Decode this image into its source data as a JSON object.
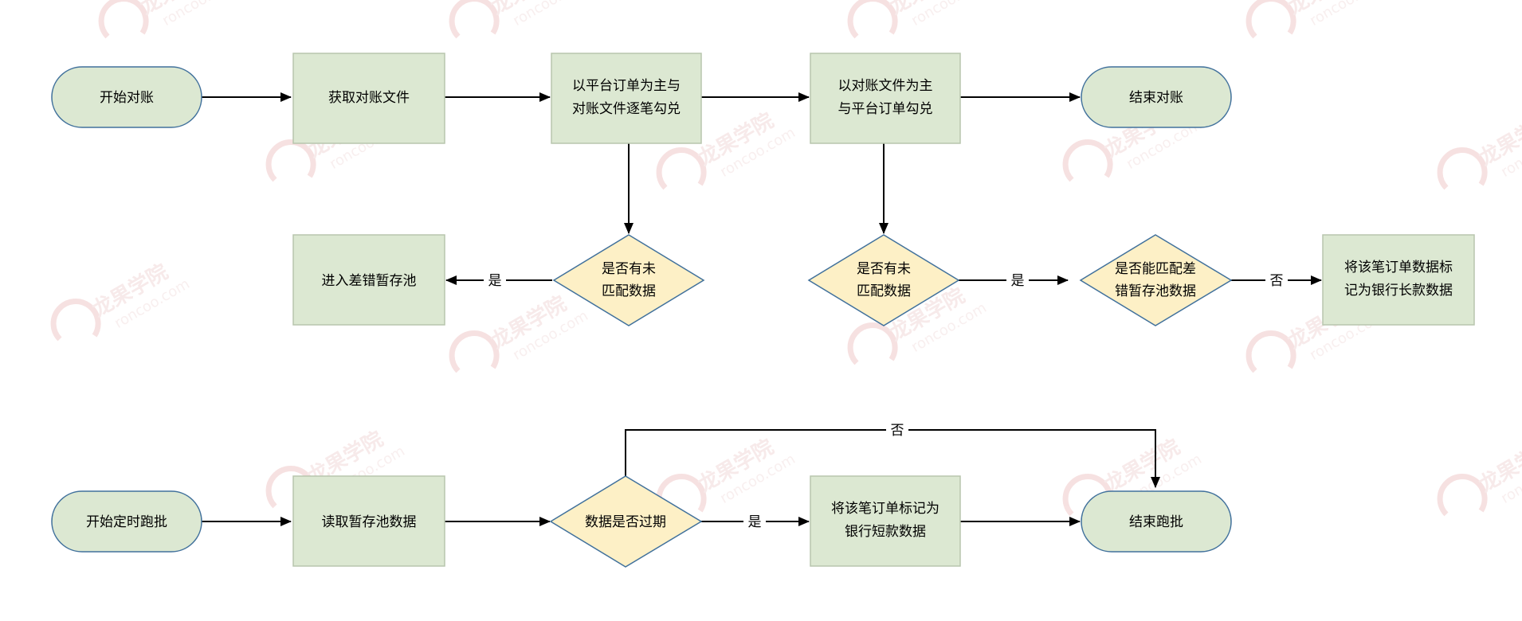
{
  "colors": {
    "terminal_fill": "#dce8d2",
    "terminal_stroke": "#41719c",
    "process_fill": "#dce8d2",
    "process_stroke": "#b8c6ae",
    "decision_fill": "#fdf0c6",
    "decision_stroke": "#41719c",
    "arrow": "#000000",
    "watermark": "#f0caca"
  },
  "watermark": {
    "brand": "龙果学院",
    "url": "roncoo.com"
  },
  "nodes": {
    "start_reconcile": "开始对账",
    "fetch_file": "获取对账文件",
    "platform_vs_file": [
      "以平台订单为主与",
      "对账文件逐笔勾兑"
    ],
    "file_vs_platform": [
      "以对账文件为主",
      "与平台订单勾兑"
    ],
    "end_reconcile": "结束对账",
    "into_error_pool": "进入差错暂存池",
    "unmatched_1": [
      "是否有未",
      "匹配数据"
    ],
    "unmatched_2": [
      "是否有未",
      "匹配数据"
    ],
    "match_pool": [
      "是否能匹配差",
      "错暂存池数据"
    ],
    "mark_bank_long": [
      "将该笔订单数据标",
      "记为银行长款数据"
    ],
    "start_batch": "开始定时跑批",
    "read_pool": "读取暂存池数据",
    "expired": "数据是否过期",
    "mark_bank_short": [
      "将该笔订单标记为",
      "银行短款数据"
    ],
    "end_batch": "结束跑批"
  },
  "edge_labels": {
    "yes_to_pool": "是",
    "yes_to_match": "是",
    "no_to_long": "否",
    "no_to_end_batch": "否",
    "yes_to_short": "是"
  }
}
